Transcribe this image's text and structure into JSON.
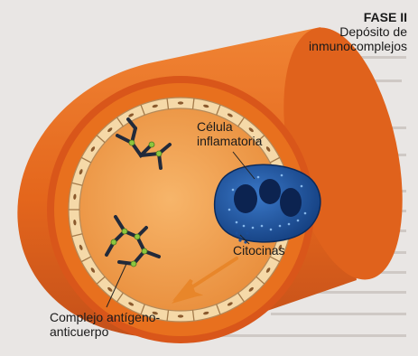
{
  "phase": {
    "title": "FASE II",
    "subtitle": "Depósito de inmunocomplejos"
  },
  "labels": {
    "inflammatory_cell": "Célula inflamatoria",
    "cytokines": "Citocinas",
    "complex": "Complejo antígeno-anticuerpo"
  },
  "colors": {
    "vessel_outer": "#e86a1e",
    "vessel_dark": "#c4501a",
    "lumen": "#f2a053",
    "endothelium": "#f5d9a8",
    "cell_blue": "#1c4f9a",
    "antibody_dark": "#222a3a",
    "antigen_green": "#8cc63f",
    "arrow": "#e8862a"
  }
}
